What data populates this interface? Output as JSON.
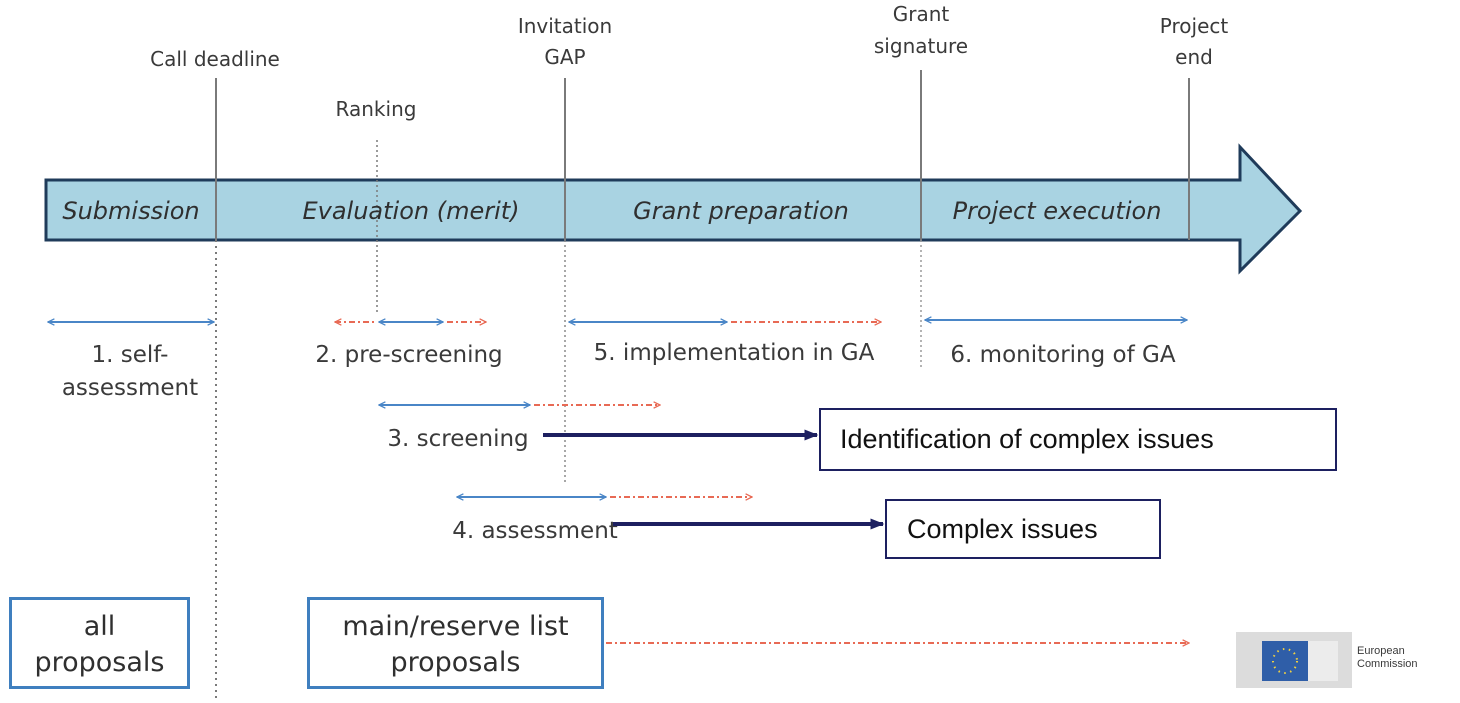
{
  "milestones": {
    "call_deadline": "Call deadline",
    "ranking": "Ranking",
    "invitation_gap": [
      "Invitation",
      "GAP"
    ],
    "grant_signature": [
      "Grant",
      "signature"
    ],
    "project_end": [
      "Project",
      "end"
    ]
  },
  "phases": {
    "submission": "Submission",
    "evaluation": "Evaluation (merit)",
    "grant_preparation": "Grant preparation",
    "project_execution": "Project execution"
  },
  "activities": {
    "self_assessment": [
      "1. self-",
      "assessment"
    ],
    "pre_screening": "2. pre-screening",
    "screening": "3. screening",
    "assessment": "4. assessment",
    "implementation": "5. implementation in GA",
    "monitoring": "6. monitoring of GA"
  },
  "boxes": {
    "all_proposals": [
      "all",
      "proposals"
    ],
    "main_reserve": [
      "main/reserve list",
      "proposals"
    ],
    "identification": "Identification of complex issues",
    "complex_issues": "Complex issues"
  },
  "logo": {
    "line1": "European",
    "line2": "Commission"
  },
  "colors": {
    "arrow_fill": "#a9d3e2",
    "arrow_stroke": "#1f3b5a",
    "blue_arrow": "#4a86c7",
    "red_dashed": "#e86a55",
    "navy_connector": "#1d2060"
  }
}
